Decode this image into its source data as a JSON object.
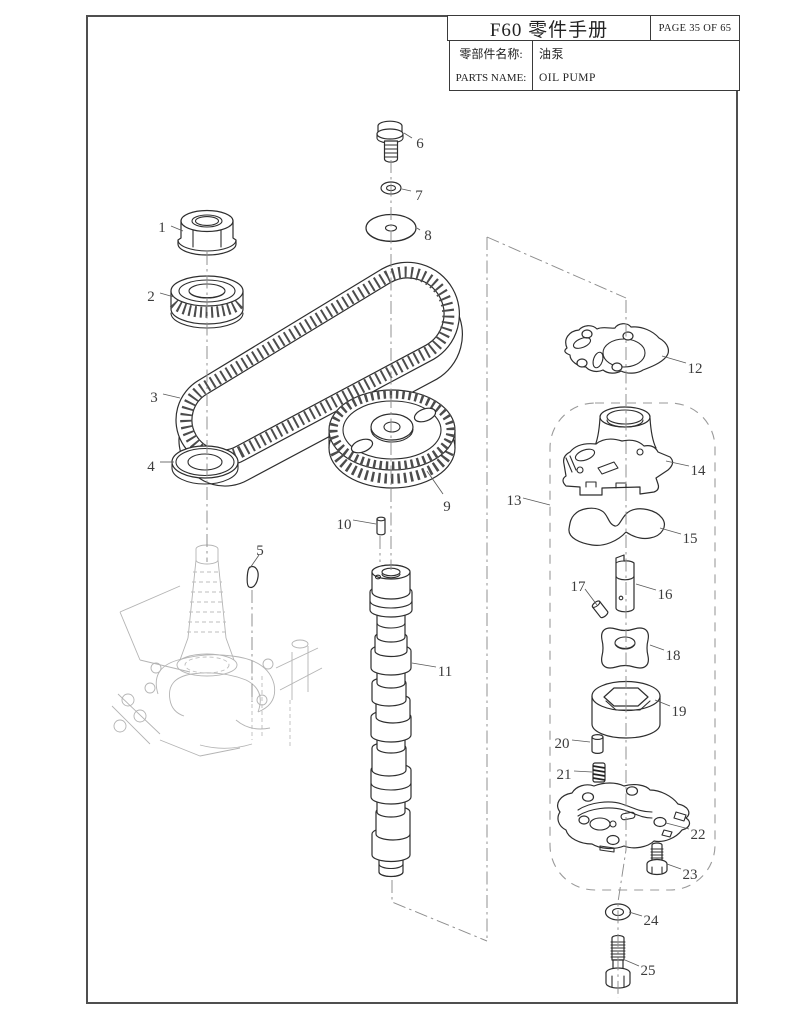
{
  "header": {
    "title": "F60 零件手册",
    "page": "PAGE 35 OF 65",
    "part_name_label_cn": "零部件名称:",
    "part_name_value_cn": "油泵",
    "part_name_label_en": "PARTS NAME:",
    "part_name_value_en": "OIL PUMP"
  },
  "diagram": {
    "parts": [
      {
        "num": "1",
        "label": [
          162,
          227
        ],
        "leader": [
          171,
          226,
          183,
          231
        ]
      },
      {
        "num": "2",
        "label": [
          151,
          296
        ],
        "leader": [
          160,
          293,
          174,
          297
        ]
      },
      {
        "num": "3",
        "label": [
          154,
          397
        ],
        "leader": [
          163,
          394,
          180,
          398
        ]
      },
      {
        "num": "4",
        "label": [
          151,
          466
        ],
        "leader": [
          160,
          462,
          174,
          462
        ]
      },
      {
        "num": "5",
        "label": [
          260,
          550
        ],
        "leader": [
          259,
          555,
          250,
          568
        ]
      },
      {
        "num": "6",
        "label": [
          420,
          143
        ],
        "leader": [
          412,
          138,
          404,
          133
        ]
      },
      {
        "num": "7",
        "label": [
          419,
          195
        ],
        "leader": [
          411,
          191,
          402,
          189
        ]
      },
      {
        "num": "8",
        "label": [
          428,
          235
        ],
        "leader": [
          420,
          230,
          417,
          228
        ]
      },
      {
        "num": "9",
        "label": [
          447,
          506
        ],
        "leader": [
          443,
          494,
          427,
          471
        ]
      },
      {
        "num": "10",
        "label": [
          344,
          524
        ],
        "leader": [
          353,
          520,
          376,
          524
        ]
      },
      {
        "num": "11",
        "label": [
          445,
          671
        ],
        "leader": [
          436,
          667,
          412,
          663
        ]
      },
      {
        "num": "12",
        "label": [
          695,
          368
        ],
        "leader": [
          686,
          363,
          662,
          356
        ]
      },
      {
        "num": "13",
        "label": [
          514,
          500
        ],
        "leader": [
          523,
          498,
          550,
          505
        ]
      },
      {
        "num": "14",
        "label": [
          698,
          470
        ],
        "leader": [
          689,
          466,
          666,
          461
        ]
      },
      {
        "num": "15",
        "label": [
          690,
          538
        ],
        "leader": [
          681,
          534,
          660,
          528
        ]
      },
      {
        "num": "16",
        "label": [
          665,
          594
        ],
        "leader": [
          656,
          590,
          636,
          584
        ]
      },
      {
        "num": "17",
        "label": [
          578,
          586
        ],
        "leader": [
          585,
          589,
          597,
          605
        ]
      },
      {
        "num": "18",
        "label": [
          673,
          655
        ],
        "leader": [
          664,
          650,
          650,
          645
        ]
      },
      {
        "num": "19",
        "label": [
          679,
          711
        ],
        "leader": [
          670,
          706,
          655,
          700
        ]
      },
      {
        "num": "20",
        "label": [
          562,
          743
        ],
        "leader": [
          572,
          740,
          590,
          742
        ]
      },
      {
        "num": "21",
        "label": [
          564,
          774
        ],
        "leader": [
          574,
          771,
          592,
          772
        ]
      },
      {
        "num": "22",
        "label": [
          698,
          834
        ],
        "leader": [
          689,
          829,
          666,
          823
        ]
      },
      {
        "num": "23",
        "label": [
          690,
          874
        ],
        "leader": [
          681,
          869,
          667,
          864
        ]
      },
      {
        "num": "24",
        "label": [
          651,
          920
        ],
        "leader": [
          642,
          916,
          629,
          912
        ]
      },
      {
        "num": "25",
        "label": [
          648,
          970
        ],
        "leader": [
          639,
          966,
          625,
          960
        ]
      }
    ]
  },
  "colors": {
    "line": "#2e2e2e",
    "sketch": "#b4b4b4",
    "centerline": "#8d8d8d",
    "border": "#4f4f4f"
  }
}
